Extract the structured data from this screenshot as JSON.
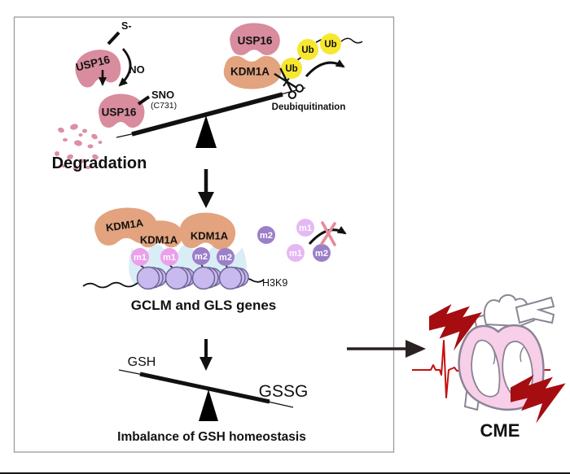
{
  "colors": {
    "usp16": "#d88c9d",
    "kdm1a": "#e2a37e",
    "ub": "#f7e72e",
    "m1": "#ec9fea",
    "m1_light": "#e5b8f4",
    "m2": "#9b7fc8",
    "nucleosome": "#c8b9ee",
    "nucleosome_stroke": "#6f6596",
    "chromatin_bg": "#d9edf6",
    "speckle": "#dd8fa3",
    "cross": "#e58a9c",
    "bolt": "#a50d11",
    "ecg": "#c41111",
    "heart_fill": "#f8cfe8",
    "heart_stroke": "#8b8494",
    "arrow_dark": "#2a2222",
    "border": "#9c9c9c"
  },
  "top_left": {
    "usp16": "USP16",
    "thiol": "S-",
    "no": "NO",
    "usp16_sno": "USP16",
    "sno": "SNO",
    "c731": "(C731)",
    "degradation": "Degradation"
  },
  "top_right": {
    "usp16": "USP16",
    "kdm1a": "KDM1A",
    "ub1": "Ub",
    "ub2": "Ub",
    "ub3": "Ub",
    "deubiquitination": "Deubiquitination"
  },
  "chromatin": {
    "kdm1a_1": "KDM1A",
    "kdm1a_2": "KDM1A",
    "kdm1a_3": "KDM1A",
    "marks_bound": [
      "m1",
      "m1",
      "m2",
      "m2"
    ],
    "marks_floating": [
      "m2",
      "m1",
      "m1",
      "m2"
    ],
    "h3k9": "H3K9",
    "genes": "GCLM and GLS genes"
  },
  "gsh": {
    "gsh": "GSH",
    "gssg": "GSSG",
    "caption": "Imbalance of GSH homeostasis"
  },
  "outcome": {
    "cme": "CME"
  }
}
